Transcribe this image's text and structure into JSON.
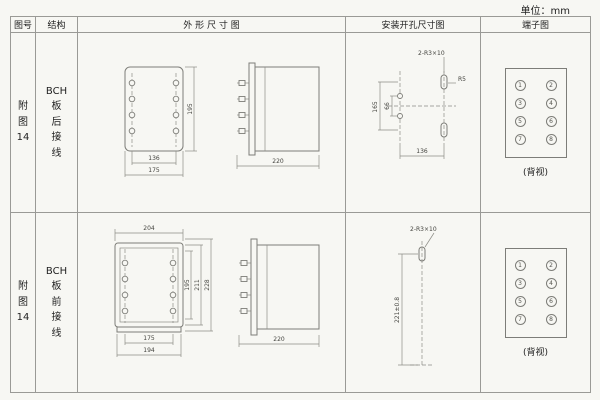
{
  "unit_label": "单位：mm",
  "header": {
    "fig": "图号",
    "struct": "结构",
    "outline": "外 形 尺 寸 图",
    "mounting": "安装开孔尺寸图",
    "terminal": "端子图"
  },
  "rows": [
    {
      "fig_no": "附\n图\n14",
      "structure": "BCH\n板\n后\n接\n线",
      "outline": {
        "dim_mount_w": "136",
        "dim_outer_w": "175",
        "dim_h": "195",
        "dim_depth": "220"
      },
      "mounting": {
        "dim_h": "165",
        "dim_inner": "66",
        "dim_w": "136",
        "slot_note": "2-R3×10",
        "radius_note": "R5"
      },
      "terminals": {
        "rows": [
          [
            "1",
            "2"
          ],
          [
            "3",
            "4"
          ],
          [
            "5",
            "6"
          ],
          [
            "7",
            "8"
          ]
        ]
      },
      "terminal_caption": "(背视)"
    },
    {
      "fig_no": "附\n图\n14",
      "structure": "BCH\n板\n前\n接\n线",
      "outline": {
        "dim_top_w": "204",
        "dim_mount_w": "175",
        "dim_outer_w": "194",
        "dim_h1": "195",
        "dim_h2": "211",
        "dim_h3": "228",
        "dim_depth": "220"
      },
      "mounting": {
        "slot_note": "2-R3×10",
        "dim_h": "221±0.8"
      },
      "terminals": {
        "rows": [
          [
            "1",
            "2"
          ],
          [
            "3",
            "4"
          ],
          [
            "5",
            "6"
          ],
          [
            "7",
            "8"
          ]
        ]
      },
      "terminal_caption": "(背视)"
    }
  ]
}
